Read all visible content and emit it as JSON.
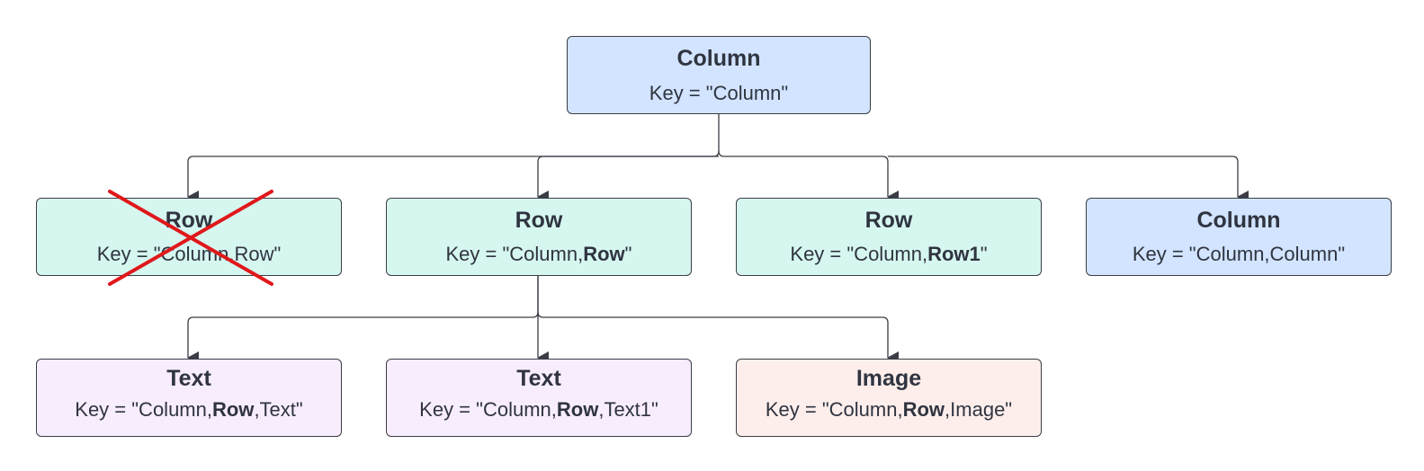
{
  "colors": {
    "blue": "#d2e4ff",
    "teal": "#d6f7f0",
    "lilac": "#f8edfd",
    "peach": "#fdeeec",
    "connector": "#3a3d45",
    "cross": "#e0181b"
  },
  "nodes": {
    "root": {
      "title": "Column",
      "key": "Key = \"Column\""
    },
    "row_a": {
      "title": "Row",
      "key": "Key = \"Column,Row\"",
      "crossed_out": true
    },
    "row_b": {
      "title": "Row",
      "key_prefix": "Key = \"Column,",
      "key_bold": "Row",
      "key_suffix": "\""
    },
    "row_c": {
      "title": "Row",
      "key_prefix": "Key = \"Column,",
      "key_bold": "Row1",
      "key_suffix": "\""
    },
    "col_d": {
      "title": "Column",
      "key": "Key = \"Column,Column\""
    },
    "text_a": {
      "title": "Text",
      "key_prefix": "Key = \"Column,",
      "key_bold": "Row",
      "key_suffix": ",Text\""
    },
    "text_b": {
      "title": "Text",
      "key_prefix": "Key = \"Column,",
      "key_bold": "Row",
      "key_suffix": ",Text1\""
    },
    "image": {
      "title": "Image",
      "key_prefix": "Key = \"Column,",
      "key_bold": "Row",
      "key_suffix": ",Image\""
    }
  }
}
